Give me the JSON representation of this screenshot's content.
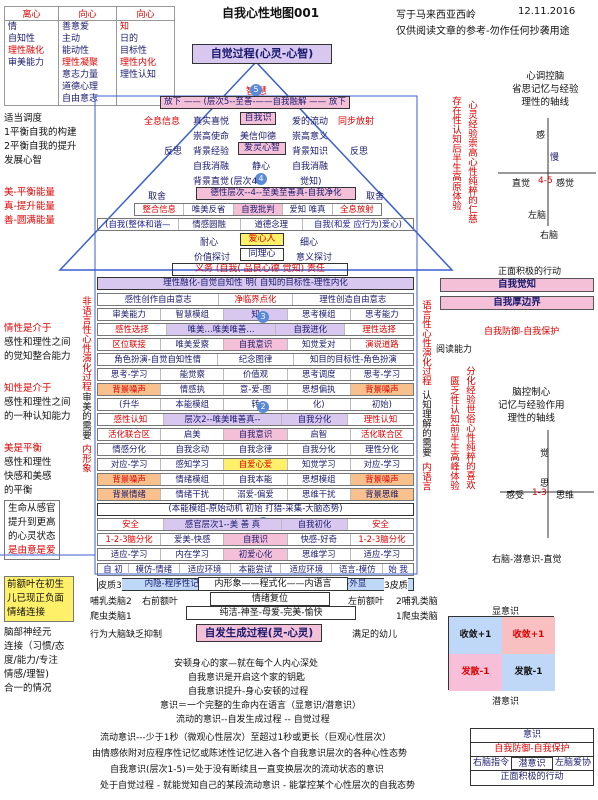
{
  "header": {
    "title": "自我心性地图001",
    "author": "写于马来西亚西岭",
    "date": "12.11.2016",
    "note": "仅供阅读文章的参考-勿作任何抄袭用途"
  },
  "top_table": {
    "cols": [
      "离心",
      "向心",
      "向心"
    ],
    "col1": [
      "情",
      "自知性",
      "理性融化",
      "审美能力"
    ],
    "col2": [
      "善意爱",
      "主动",
      "能动性",
      "理性凝聚",
      "意志力量",
      "道德心理",
      "自由意志"
    ],
    "col3": [
      "知",
      "日的",
      "目标性",
      "理性内化",
      "理性认知"
    ]
  },
  "center": {
    "top_title": "自觉过程(心灵-心智)",
    "level5_circle": "5",
    "level5_label": "智 慧",
    "level5_row": "放下  ——  (层次5--至善-——自我融解  ——  放下",
    "all_info": "全息信息",
    "true_joy": "真实喜悦",
    "self_know": "自我识",
    "love_flow": "爱的流动",
    "together": "同步放射",
    "row_a": [
      "崇高使命",
      "美信仰德",
      "崇高意义"
    ],
    "reflect_l": "反思",
    "reflect_r": "反思",
    "row_b": [
      "背景经验",
      "爱灵心智",
      "背景知识"
    ],
    "row_c": [
      "自我消融",
      "静心",
      "自我消融"
    ],
    "row_d": [
      "背景直觉",
      "(层次4",
      "觉知)"
    ],
    "level4_circle": "4",
    "take_l": "取舍",
    "take_r": "取舍",
    "level4_row": "德性层次--4--至美至善真-自我净化",
    "row_e": [
      "整合信息",
      "唯美反省",
      "自我批判",
      "爱知  唯真",
      "全息放射"
    ],
    "whole": "(自我(整体和谐—",
    "sense_b": "情感圆融",
    "moral": "道德念理",
    "self_r": "自我(和爱  应行为)爱心)",
    "row_f": [
      "耐心",
      "爱心人",
      "细心"
    ],
    "row_g": [
      "价值探讨",
      "同理心",
      "意义探讨"
    ],
    "row_h": "义务  (自我(  品良心德  觉知)  责任",
    "row_i": "理性融化-自觉自知性  明(  自知的目标性-理性内化",
    "row_j": [
      "感性创作自由意志",
      "净临界点化",
      "理性创造自由意志"
    ],
    "row_k": [
      "审美能力",
      "智慧模组",
      "知",
      "思考模组",
      "思考能力"
    ],
    "row_l": [
      "感性选择",
      "唯美…唯美唯善…",
      "自我进化",
      "理性选择"
    ],
    "level3_circle": "3",
    "row_m": [
      "区位联接",
      "唯美爱察",
      "自我意识",
      "知觉爱对",
      "演说道路"
    ],
    "row_n": [
      "角色扮演-自觉自知性情",
      "纪念图律",
      "知目的目标性-角色扮演"
    ],
    "row_o": [
      "思考-学习",
      "能觉察",
      "价值观",
      "思考调度",
      "思考-学习"
    ],
    "row_p": [
      "背景噪声",
      "情感执",
      "意-爱-图",
      "思想偏执",
      "背景噪声"
    ],
    "row_q": [
      "(升华",
      "本能模组",
      "转",
      "化)",
      "初始)"
    ],
    "level2_circle": "2",
    "row_r": [
      "感性认知",
      "层次2--唯美唯善真--",
      "自我分化",
      "理性认知"
    ],
    "row_s": [
      "活化联合区",
      "启美",
      "自我意识",
      "启智",
      "活化联合区"
    ],
    "row_t": [
      "情感分化",
      "自我念动",
      "自我念律",
      "自我分化",
      "理性分化"
    ],
    "row_u": [
      "对应-学习",
      "感知学习",
      "自爱心爱",
      "知觉学习",
      "对应-学习"
    ],
    "row_v": [
      "背景噪声",
      "情绪模组",
      "自我本能",
      "思想模组",
      "背景噪声"
    ],
    "row_w": [
      "背景情绪",
      "情绪干扰",
      "溺爱-偏爱",
      "思维干扰",
      "背景思维"
    ],
    "row_x": "(本能模组-原始动机  初始  打猎-采集-大脑态势)",
    "level1_circle": "1",
    "row_y": [
      "安全",
      "感官层次1--美 善 真",
      "自我初化",
      "安全"
    ],
    "row_z": [
      "1-2-3脑分化",
      "爱美-快感",
      "自我识",
      "快感-好奇",
      "1-2-3脑分化"
    ],
    "row_aa": [
      "适应-学习",
      "内在学习",
      "初爱心化",
      "思维学习",
      "适应-学习"
    ],
    "row_ab": [
      "自  初",
      "模仿-情绪",
      "适应环境",
      "本能尝试",
      "适应环境",
      "语言-模仿",
      "始  我"
    ],
    "row_ac": "内隐-程序性记忆-后天教育  先天意识  外显-陈述性记忆-外显",
    "inner_image": "内形象——程式化——内语言",
    "emo_reset": "情绪复位",
    "pure": "纯洁-神圣-母爱-完美-愉快",
    "skin_l": "皮质3",
    "skin_r": "3皮质",
    "limbic_l": "哺乳类脑2",
    "limbic_r": "2哺乳类脑",
    "reptile_l": "爬虫类脑1",
    "reptile_r": "1爬虫类脑",
    "right_frontal": "右前额叶",
    "left_frontal": "左前额叶",
    "lack_l": "行为大脑缺乏抑制",
    "self_born": "自发生成过程(灵-心灵)",
    "lack_r": "满足的幼儿",
    "home1": "安顿身心的家—就在每个人内心深处",
    "home2": "自我意识是开启这个家的钥匙",
    "home3": "自我意识提升-身心安顿的过程"
  },
  "bottom": {
    "l1": "意识＝一个完整的生命内在语言（显意识/潜意识）",
    "l2": "流动的意识--自发生成过程 -- 自觉过程",
    "l3": "流动意识---少于1秒（微观心性层次）至超过1秒或更长（巨观心性层次）",
    "l4": "由情感依附对应程序性记忆或陈述性记忆进入各个自我意识层次的各种心性态势",
    "l5": "自我意识(层次1-5)＝处于没有断续且一直变换层次的流动状态的意识",
    "l6": "处于自觉过程 - 就能觉知自己的某段流动意识 - 能掌控某个心性层次的自我态势"
  },
  "left_side": {
    "adjust": "适当调度",
    "a1": "1平衡自我的构建",
    "a2": "2平衡自我的提升",
    "a3": "发展心智",
    "mei": "美-平衡能量",
    "zhen": "真-提升能量",
    "shan": "善-圆满能量",
    "qing1": "情性是介于",
    "qing2": "感性和理性之间",
    "qing3": "的觉知整合能力",
    "zhi1": "知性是介于",
    "zhi2": "感性和理性之间",
    "zhi3": "的一种认知能力",
    "mei1": "美是平衡",
    "mei2": "感性和理性",
    "mei3": "快感和美感",
    "mei4": "的平衡",
    "life1": "生命从感官",
    "life2": "提升到更高",
    "life3": "的心灵状态",
    "life4": "是由意是爱",
    "yellow1": "前额叶在初生",
    "yellow2": "儿已现正负面",
    "yellow3": "情绪连接",
    "n1": "脑部神经元",
    "n2": "连接（习惯/态",
    "n3": "度/能力/专注",
    "n4": "情感/理智)",
    "n5": "合一的情况",
    "v_left": "非语言性心性演化过程",
    "v_left2": "审美的需要",
    "v_left3": "内形象"
  },
  "right_side": {
    "v1": "存在性认知后半生高原体验",
    "v2": "心灵经验崇高心性纯粹的仁慈",
    "heart1": "心调控脑",
    "heart2": "省思记忆与经验",
    "heart3": "理性的轴线",
    "feel": "感",
    "love": "慢",
    "intuition": "直觉",
    "sense": "感觉",
    "l45": "4-5",
    "left_brain": "左脑",
    "right_brain": "右脑",
    "follow": "正面积极的行动",
    "self_aware": "自我觉知",
    "self_thick": "自我厚边界",
    "read_ability": "阅读能力",
    "v3": "语言性心性演化过程",
    "v4": "认知理解的需要",
    "v5": "内语言",
    "defense": "自我防御-自我保护",
    "v6": "匮乏性认知前半生高峰体验",
    "v7": "分化经验世俗心性纯粹的喜欢",
    "brain1": "脑控制心",
    "brain2": "记忆与经验作用",
    "brain3": "理性的轴线",
    "feel2": "觉",
    "think": "思",
    "sense2": "感受",
    "l13": "1-3",
    "think2": "思维",
    "right_brain2": "右脑-潜意识-直觉",
    "conscious": "显意识",
    "subconscious": "潜意识",
    "q1": "收敛+1",
    "q2": "收敛+1",
    "q3": "发散-1",
    "q4": "发散-1",
    "leg1": "意识",
    "leg2": "自我防御-自我保护",
    "leg3": "右脑指令",
    "leg4": "潜意识",
    "leg5": "左脑爱协",
    "leg6": "正面积极的行动"
  },
  "colors": {
    "accent_red": "#d00000",
    "navy": "#1a1a6e",
    "pink": "#f4c0d8",
    "lavender": "#d8c8f0",
    "yellow": "#fff06a"
  }
}
